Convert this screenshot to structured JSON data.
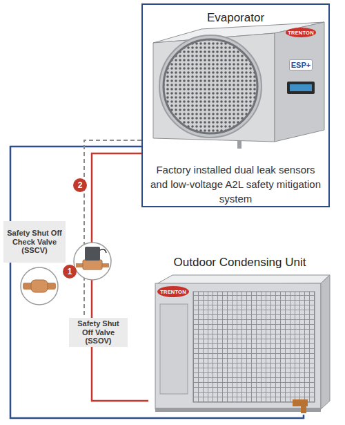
{
  "diagram": {
    "nodes": [
      {
        "text": [
          "Evaporator",
          "Factory installed dual leak sensors and low-voltage A2L safety mitigation system"
        ]
      },
      {
        "text": [
          "Safety Shut Off Check Valve (SSCV)"
        ]
      },
      {
        "text": [
          "Safety Shut Off Valve (SSOV)"
        ]
      },
      {
        "text": [
          "Outdoor Condensing Unit"
        ]
      }
    ],
    "edges": [
      {
        "from": 0,
        "to": 3,
        "arrow": "none"
      },
      {
        "from": 0,
        "to": 2,
        "arrow": "none"
      },
      {
        "from": 2,
        "to": 3,
        "arrow": "none"
      },
      {
        "from": 0,
        "to": 2,
        "arrow": "none"
      }
    ],
    "labels": [
      "TRENTON",
      "ESP+",
      "2",
      "1",
      "TRENTON"
    ]
  }
}
